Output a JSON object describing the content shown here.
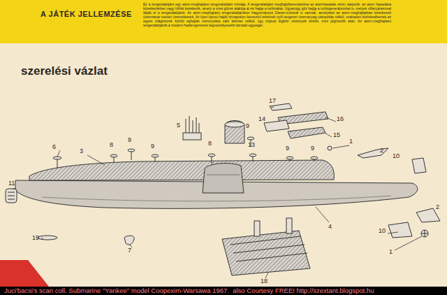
{
  "diagram": {
    "title": "A JÁTÉK JELLEMZÉSE",
    "caption": "Juci'bacsi's scan coll. Submarine \"Yankee\" model Coopexim-Warsawa 1967.  also Courtesy FREE! http://szextant.blogspot.hu",
    "labels": [
      "szerelési vázlat",
      "Ez a tengeralattjáró egy atom-meghajtású tengeralattjáró mintája. A tengeralattjáró meghajtóberendezése az atomhasadás elvén alapszik: az atom hasadása következtében nagy hőfok keletkezik, amely a vizet gőzzé alakítja át és hajtja a turbinákat. Ugyanúgy gőz hajtja a turbógenerátorokat is, melyek villanyárammal látják el a tengeralattjárót. Az atom-meghajtású tengeralattjárókon hagyományos Diesel-motorok is vannak, amelyeket az atom-meghajtásban keletkezett üzemzavar esetén üzemeltetnek. Az ilyen típusú hajók hónapokon keresztül tehetnek nyílt tengeren üzemanyag utánpótlás nélkül, szabadon közlekedhetnek az egyes világrészek között éghajlati viszonyokra való tekintet nélkül, úgy trópusi légköri viszonyok között, mint jégmezők alatt. Az atom-meghajtású tengeralattjárók a modern hadtengerészet legveszélyesebb támadó egységei.",
      "17",
      "5",
      "14",
      "16",
      "9",
      "15",
      "6",
      "3",
      "8",
      "9",
      "9",
      "8",
      "13",
      "9",
      "9",
      "1",
      "2",
      "10",
      "11",
      "2",
      "4",
      "10",
      "19",
      "7",
      "1",
      "18"
    ]
  }
}
